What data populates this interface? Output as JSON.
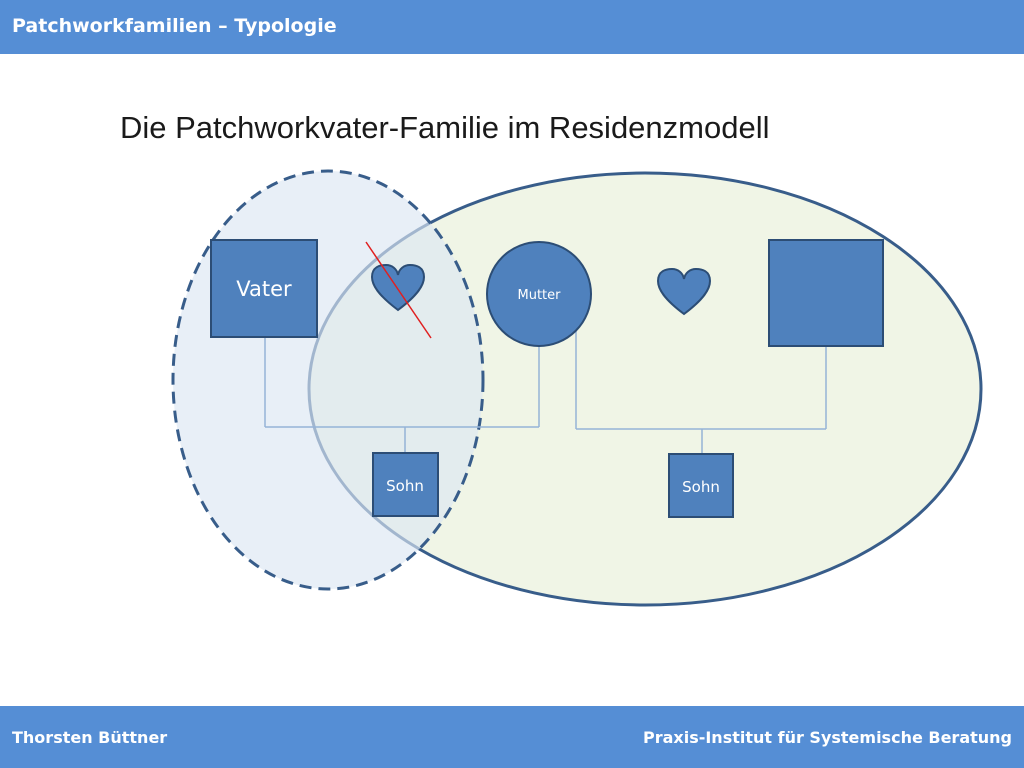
{
  "header": {
    "title": "Patchworkfamilien – Typologie"
  },
  "slide": {
    "title": "Die Patchworkvater-Familie im Residenzmodell"
  },
  "diagram": {
    "father_label": "Vater",
    "mother_label": "Mutter",
    "son1_label": "Sohn",
    "son2_label": "Sohn",
    "colors": {
      "node_fill": "#4f81bd",
      "node_stroke": "#2c4d75",
      "outline": "#385d8a",
      "left_household_fill": "#dce6f2",
      "right_household_fill": "#ebf1de",
      "line": "#95b3d7",
      "strike": "#e02020"
    }
  },
  "footer": {
    "left": "Thorsten Büttner",
    "right": "Praxis-Institut für Systemische Beratung"
  }
}
